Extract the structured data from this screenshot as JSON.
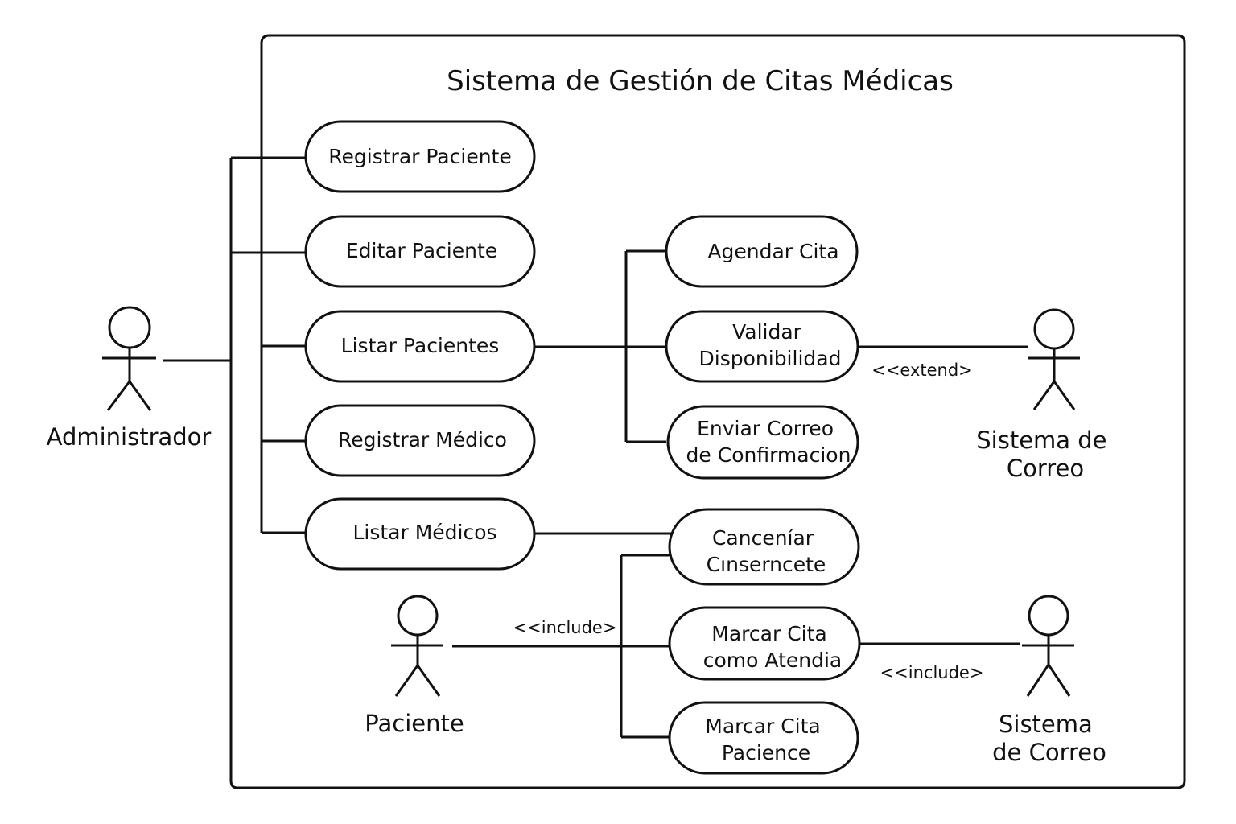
{
  "system": {
    "title": "Sistema de Gestión de Citas Médicas"
  },
  "use_cases": {
    "registrar_paciente": [
      "Registrar Paciente"
    ],
    "editar_paciente": [
      "Editar Paciente"
    ],
    "listar_pacientes": [
      "Listar Pacientes"
    ],
    "registrar_medico": [
      "Registrar Médico"
    ],
    "listar_medicos": [
      "Listar Médicos"
    ],
    "agendar_cita": [
      "Agendar Cita"
    ],
    "validar_disponibilidad": [
      "Validar",
      "Disponibilidad"
    ],
    "enviar_correo": [
      "Enviar Correo",
      "de Confirmacion"
    ],
    "cancelar": [
      "Canceníar",
      "Cınserncete"
    ],
    "marcar_atendida": [
      "Marcar Cita",
      "como Atendia"
    ],
    "marcar_paciente": [
      "Marcar Cita",
      "Pacience"
    ]
  },
  "actors": {
    "administrador": [
      "Administrador"
    ],
    "sistema_correo_1": [
      "Sistema de",
      "Correo"
    ],
    "paciente": [
      "Paciente"
    ],
    "sistema_correo_2": [
      "Sistema",
      "de Correo"
    ]
  },
  "stereotypes": {
    "extend": "<<extend>",
    "include_left": "<<include>",
    "include_right": "<<include>"
  }
}
